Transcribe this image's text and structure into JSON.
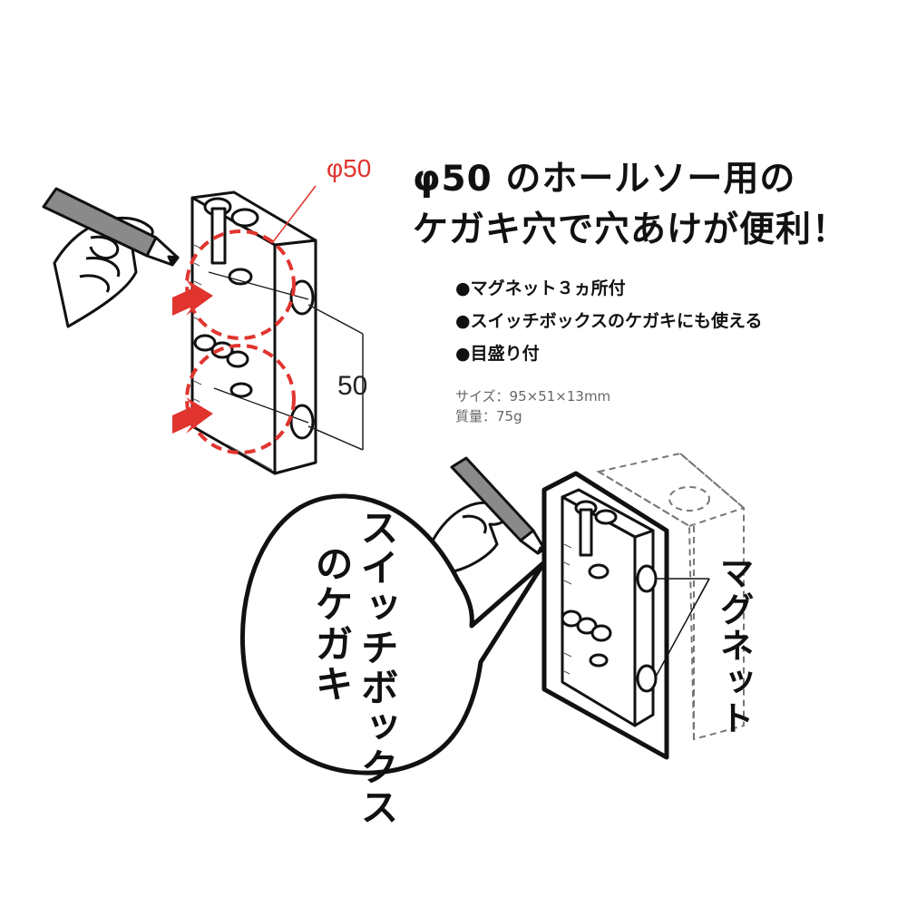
{
  "headline": {
    "line1": "φ50 のホールソー用の",
    "line2": "ケガキ穴で穴あけが便利！"
  },
  "features": [
    "●マグネット３ヵ所付",
    "●スイッチボックスのケガキにも使える",
    "●目盛り付"
  ],
  "specs": {
    "size": "サイズ：95×51×13mm",
    "weight": "質量：75g"
  },
  "diagram": {
    "diameter_label": "φ50",
    "spacing_label": "50"
  },
  "bubble": {
    "col1": "スイッチボックス",
    "col2": "のケガキ"
  },
  "magnet_label": "マグネット",
  "colors": {
    "accent_red": "#e1342e",
    "ink": "#111111",
    "spec_gray": "#666666"
  }
}
